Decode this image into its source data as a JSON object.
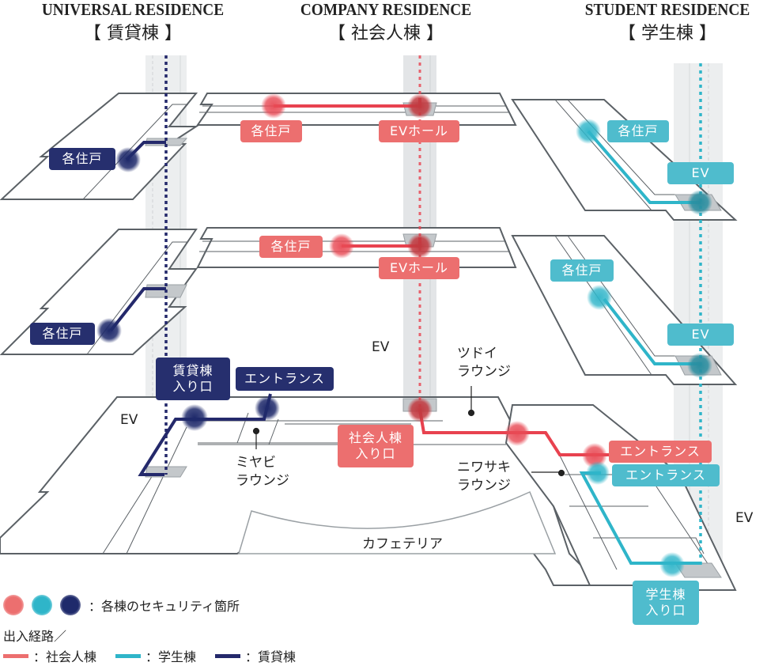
{
  "headers": [
    {
      "en": "UNIVERSAL RESIDENCE",
      "jp": "【 賃貸棟 】"
    },
    {
      "en": "COMPANY RESIDENCE",
      "jp": "【 社会人棟 】"
    },
    {
      "en": "STUDENT RESIDENCE",
      "jp": "【 学生棟 】"
    }
  ],
  "colors": {
    "company": "#ec6f6f",
    "student": "#4fbccd",
    "universal": "#262f6e",
    "route_company": "#e8424f",
    "route_student": "#2fb5c9",
    "route_universal": "#24296b",
    "floor_stroke": "#5b6166"
  },
  "universal_tags": {
    "unit_upper": "各住戸",
    "unit_middle": "各住戸",
    "entrance_gate": "賃貸棟\n入り口",
    "entrance": "エントランス"
  },
  "company_tags": {
    "unit_upper": "各住戸",
    "ev_hall_upper": "EVホール",
    "unit_middle": "各住戸",
    "ev_hall_middle": "EVホール",
    "entrance_gate": "社会人棟\n入り口",
    "entrance": "エントランス"
  },
  "student_tags": {
    "unit_upper": "各住戸",
    "ev_upper": "EV",
    "unit_middle": "各住戸",
    "ev_middle": "EV",
    "entrance": "エントランス",
    "entrance_gate": "学生棟\n入り口"
  },
  "labels": {
    "ev_left": "EV",
    "ev_center": "EV",
    "ev_right": "EV",
    "tsudoi_lounge": "ツドイ\nラウンジ",
    "miyabi_lounge": "ミヤビ\nラウンジ",
    "niwasaki_lounge": "ニワサキ\nラウンジ",
    "cafeteria": "カフェテリア"
  },
  "legend": {
    "security_label": "：各棟のセキュリティ箇所",
    "routes_title": "出入経路／",
    "routes": [
      {
        "label": "：社会人棟",
        "color": "#ec6f6f"
      },
      {
        "label": "：学生棟",
        "color": "#2fb5c9"
      },
      {
        "label": "：賃貸棟",
        "color": "#24296b"
      }
    ],
    "dots": [
      "#ec6f6f",
      "#2fb5c9",
      "#1f2a6b"
    ]
  }
}
